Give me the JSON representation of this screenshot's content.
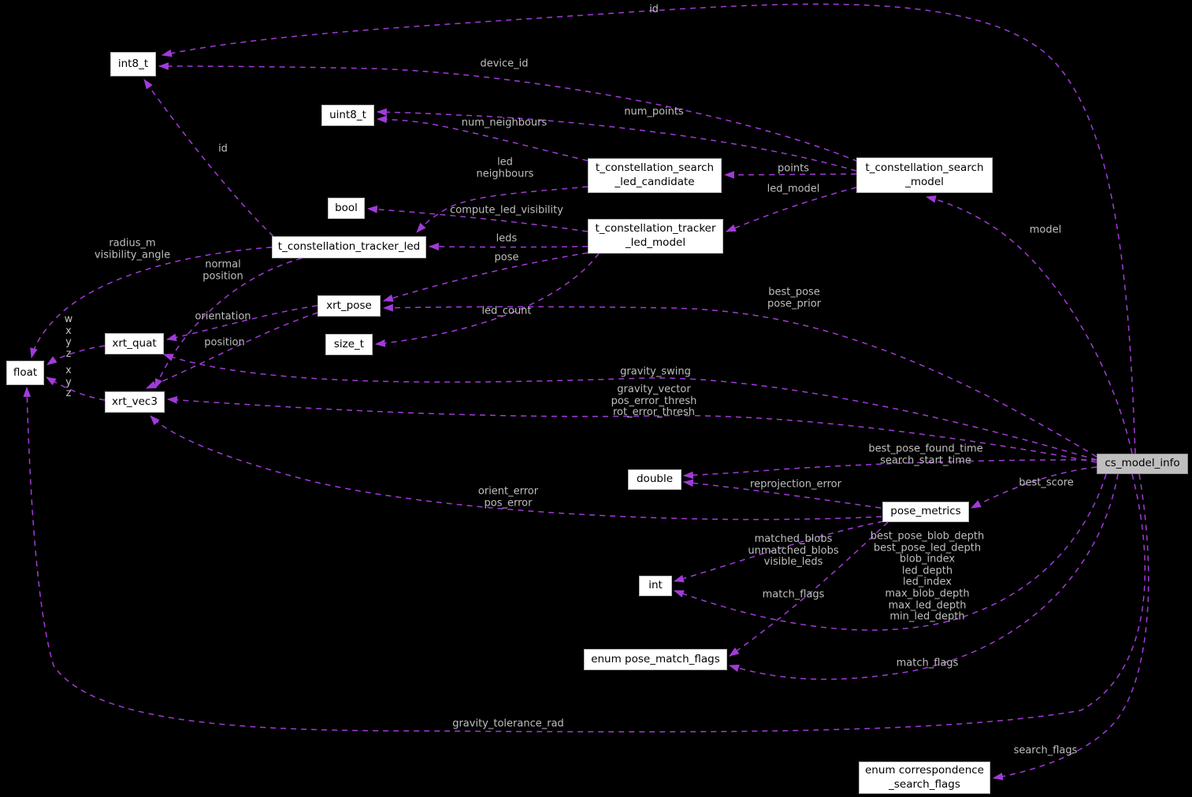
{
  "diagram": {
    "type": "doxygen-collaboration-graph",
    "main_node": "cs_model_info",
    "colors": {
      "background": "#000000",
      "edge": "#A23BD8",
      "edge_label": "#BFBFBF",
      "node_bg": "#FFFFFF",
      "node_border": "#B6B6B6",
      "node_text": "#000000",
      "main_node_bg": "#BFBFBF"
    },
    "nodes": [
      {
        "id": "int8_t",
        "lines": [
          "int8_t"
        ]
      },
      {
        "id": "uint8_t",
        "lines": [
          "uint8_t"
        ]
      },
      {
        "id": "t_constellation_search_led_candidate",
        "lines": [
          "t_constellation_search",
          "_led_candidate"
        ]
      },
      {
        "id": "t_constellation_search_model",
        "lines": [
          "t_constellation_search",
          "_model"
        ]
      },
      {
        "id": "bool",
        "lines": [
          "bool"
        ]
      },
      {
        "id": "t_constellation_tracker_led_model",
        "lines": [
          "t_constellation_tracker",
          "_led_model"
        ]
      },
      {
        "id": "t_constellation_tracker_led",
        "lines": [
          "t_constellation_tracker_led"
        ]
      },
      {
        "id": "xrt_pose",
        "lines": [
          "xrt_pose"
        ]
      },
      {
        "id": "size_t",
        "lines": [
          "size_t"
        ]
      },
      {
        "id": "xrt_quat",
        "lines": [
          "xrt_quat"
        ]
      },
      {
        "id": "float",
        "lines": [
          "float"
        ]
      },
      {
        "id": "xrt_vec3",
        "lines": [
          "xrt_vec3"
        ]
      },
      {
        "id": "double",
        "lines": [
          "double"
        ]
      },
      {
        "id": "cs_model_info",
        "lines": [
          "cs_model_info"
        ]
      },
      {
        "id": "pose_metrics",
        "lines": [
          "pose_metrics"
        ]
      },
      {
        "id": "int",
        "lines": [
          "int"
        ]
      },
      {
        "id": "enum_pose_match_flags",
        "lines": [
          "enum pose_match_flags"
        ]
      },
      {
        "id": "enum_correspondence_search_flags",
        "lines": [
          "enum correspondence",
          "_search_flags"
        ]
      }
    ],
    "edge_labels": [
      {
        "lines": [
          "id"
        ]
      },
      {
        "lines": [
          "device_id"
        ]
      },
      {
        "lines": [
          "num_points"
        ]
      },
      {
        "lines": [
          "num_neighbours"
        ]
      },
      {
        "lines": [
          "led",
          "neighbours"
        ]
      },
      {
        "lines": [
          "points"
        ]
      },
      {
        "lines": [
          "led_model"
        ]
      },
      {
        "lines": [
          "id"
        ]
      },
      {
        "lines": [
          "compute_led_visibility"
        ]
      },
      {
        "lines": [
          "leds"
        ]
      },
      {
        "lines": [
          "pose"
        ]
      },
      {
        "lines": [
          "model"
        ]
      },
      {
        "lines": [
          "radius_m",
          "visibility_angle"
        ]
      },
      {
        "lines": [
          "normal",
          "position"
        ]
      },
      {
        "lines": [
          "orientation"
        ]
      },
      {
        "lines": [
          "position"
        ]
      },
      {
        "lines": [
          "w",
          "x",
          "y",
          "z"
        ]
      },
      {
        "lines": [
          "x",
          "y",
          "z"
        ]
      },
      {
        "lines": [
          "best_pose",
          "pose_prior"
        ]
      },
      {
        "lines": [
          "led_count"
        ]
      },
      {
        "lines": [
          "gravity_swing"
        ]
      },
      {
        "lines": [
          "gravity_vector",
          "pos_error_thresh",
          "rot_error_thresh"
        ]
      },
      {
        "lines": [
          "best_pose_found_time",
          "search_start_time"
        ]
      },
      {
        "lines": [
          "reprojection_error"
        ]
      },
      {
        "lines": [
          "best_score"
        ]
      },
      {
        "lines": [
          "orient_error",
          "pos_error"
        ]
      },
      {
        "lines": [
          "matched_blobs",
          "unmatched_blobs",
          "visible_leds"
        ]
      },
      {
        "lines": [
          "best_pose_blob_depth",
          "best_pose_led_depth",
          "blob_index",
          "led_depth",
          "led_index",
          "max_blob_depth",
          "max_led_depth",
          "min_led_depth"
        ]
      },
      {
        "lines": [
          "match_flags"
        ]
      },
      {
        "lines": [
          "match_flags"
        ]
      },
      {
        "lines": [
          "gravity_tolerance_rad"
        ]
      },
      {
        "lines": [
          "search_flags"
        ]
      }
    ]
  }
}
